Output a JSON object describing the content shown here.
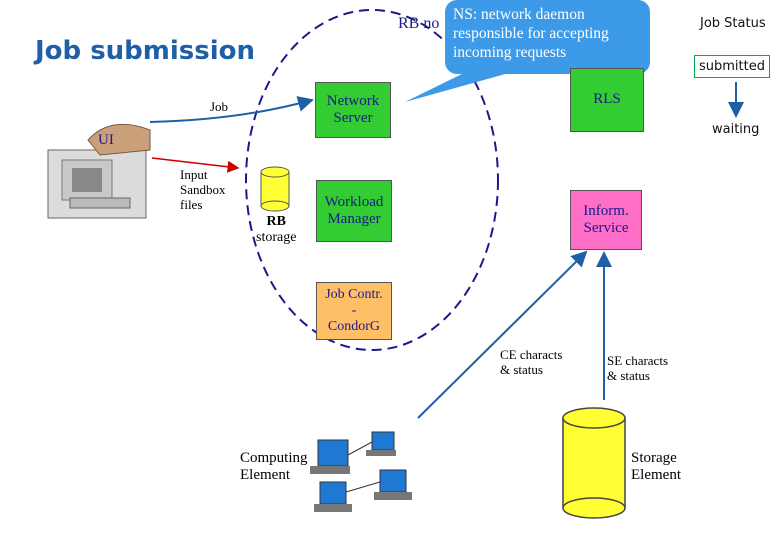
{
  "title": "Job submission",
  "rb_node_label": "RB no",
  "callout": {
    "line1": "NS: network daemon",
    "line2": "responsible for accepting",
    "line3": "incoming requests"
  },
  "job_status": {
    "header": "Job Status",
    "submitted": "submitted",
    "waiting": "waiting"
  },
  "nodes": {
    "network_server": [
      "Network",
      "Server"
    ],
    "workload_manager": [
      "Workload",
      "Manager"
    ],
    "job_controller": [
      "Job Contr.",
      "-",
      "CondorG"
    ],
    "rls": "RLS",
    "info_service": [
      "Inform.",
      "Service"
    ],
    "rb_storage": [
      "RB",
      "storage"
    ],
    "ui": "UI"
  },
  "labels": {
    "job": "Job",
    "input_sandbox": [
      "Input",
      "Sandbox",
      "files"
    ],
    "ce_characts": [
      "CE characts",
      "& status"
    ],
    "se_characts": [
      "SE characts",
      "& status"
    ],
    "computing_element": [
      "Computing",
      "Element"
    ],
    "storage_element": [
      "Storage",
      "Element"
    ]
  },
  "colors": {
    "title": "#1f5fa8",
    "green": "#33cc33",
    "pink": "#ff6fc8",
    "orange": "#ffbf66",
    "callout": "#3d9ae8",
    "cylinder": "#ffff33",
    "arrow": "#1f5fa8",
    "status_box": "#00b050"
  }
}
